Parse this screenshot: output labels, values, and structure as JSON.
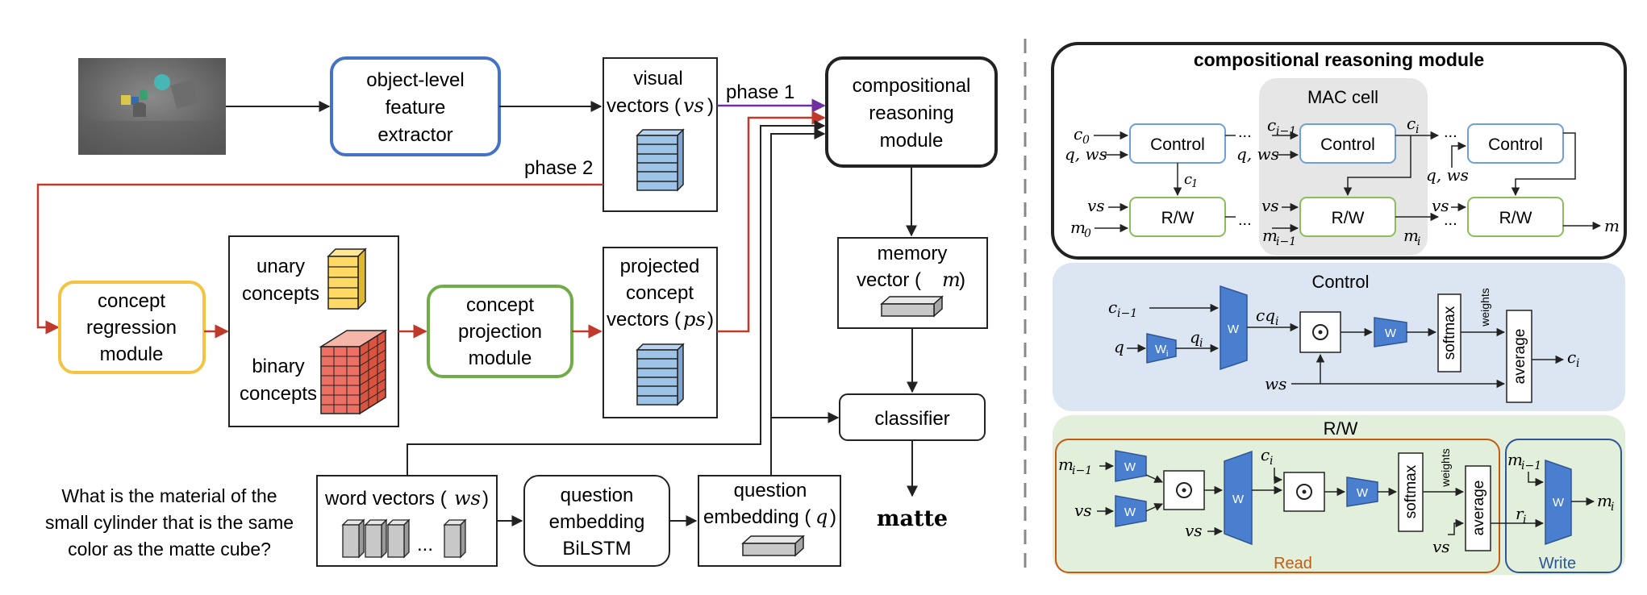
{
  "left": {
    "scene_image": "clevr-scene-thumbnail",
    "feature_extractor": [
      "object-level",
      "feature",
      "extractor"
    ],
    "visual_vectors": {
      "line1": "visual",
      "line2a": "vectors (",
      "var": "vs",
      "line2b": ")"
    },
    "phase1": "phase 1",
    "phase2": "phase 2",
    "reasoning_module": [
      "compositional",
      "reasoning",
      "module"
    ],
    "concept_regression": [
      "concept",
      "regression",
      "module"
    ],
    "unary_concepts": [
      "unary",
      "concepts"
    ],
    "binary_concepts": [
      "binary",
      "concepts"
    ],
    "concept_projection": [
      "concept",
      "projection",
      "module"
    ],
    "projected_vectors": {
      "line1": "projected",
      "line2": "concept",
      "line3a": "vectors (",
      "var": "ps",
      "line3b": ")"
    },
    "memory_vector": {
      "line1": "memory",
      "line2a": "vector (",
      "var": "m",
      "line2b": ")"
    },
    "classifier": "classifier",
    "answer": "matte",
    "question": [
      "What is the material of the",
      "small cylinder that is the same",
      "color as the matte cube?"
    ],
    "word_vectors": {
      "labela": "word vectors (",
      "var": "ws",
      "labelb": ")",
      "ellipsis": "..."
    },
    "question_embedding_model": [
      "question",
      "embedding",
      "BiLSTM"
    ],
    "question_embedding": {
      "line1": "question",
      "line2a": "embedding (",
      "var": "q",
      "line2b": ")"
    }
  },
  "right": {
    "crm_title": "compositional reasoning module",
    "mac_cell": "MAC cell",
    "control": "Control",
    "rw": "R/W",
    "ellipsis": "...",
    "c0": "c",
    "c0_sub": "0",
    "c1": "c",
    "c1_sub": "1",
    "ci_minus": "c",
    "ci_minus_sub": "i−1",
    "ci": "c",
    "ci_sub": "i",
    "q_ws": "q, ws",
    "vs": "vs",
    "m0": "m",
    "m0_sub": "0",
    "mi_minus": "m",
    "mi_minus_sub": "i−1",
    "mi": "m",
    "mi_sub": "i",
    "m_out": "m",
    "control_title": "Control",
    "cq": "cq",
    "cq_sub": "i",
    "q": "q",
    "qi": "q",
    "qi_sub": "i",
    "w": "W",
    "wi": "W",
    "wi_sub": "i",
    "softmax": "softmax",
    "weights": "weights",
    "average": "average",
    "ws": "ws",
    "rw_title": "R/W",
    "ri": "r",
    "ri_sub": "i",
    "read": "Read",
    "write": "Write"
  },
  "colors": {
    "blue_box": "#4472c4",
    "yellow_box": "#f5c342",
    "green_box": "#70ad47",
    "red_arrow": "#c0392b",
    "purple_arrow": "#7030a0",
    "control_bg": "#dce6f2",
    "rw_bg": "#e2efda",
    "mac_bg": "#e7e6e6",
    "trapezoid": "#4a7fd0",
    "read_border": "#c55a11",
    "write_border": "#2e5597"
  }
}
